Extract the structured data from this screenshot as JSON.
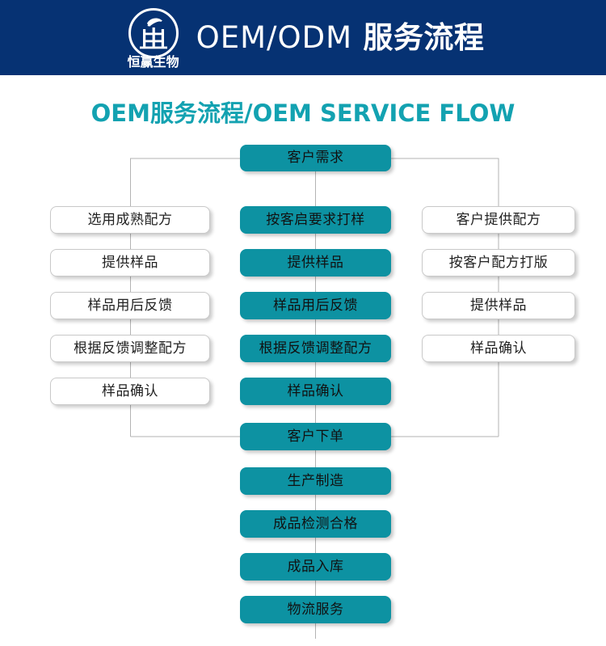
{
  "header": {
    "logo": {
      "icon": "leaf-in-circle-logo",
      "brand_cn": "恒赢生物"
    },
    "title_latin": "OEM/ODM",
    "title_cn": "服务流程"
  },
  "subtitle": "OEM服务流程/OEM SERVICE FLOW",
  "colors": {
    "header_bg": "#063273",
    "accent_teal": "#0d92a2",
    "subtitle_teal": "#13a2b1",
    "node_white_bg": "#ffffff",
    "node_border": "#c9c9c9",
    "connector": "#b3b3b3"
  },
  "flow": {
    "root": "客户需求",
    "columns": {
      "left": {
        "style": "white",
        "steps": [
          "选用成熟配方",
          "提供样品",
          "样品用后反馈",
          "根据反馈调整配方",
          "样品确认"
        ]
      },
      "middle": {
        "style": "teal",
        "steps": [
          "按客启要求打样",
          "提供样品",
          "样品用后反馈",
          "根据反馈调整配方",
          "样品确认"
        ]
      },
      "right": {
        "style": "white",
        "steps": [
          "客户提供配方",
          "按客户配方打版",
          "提供样品",
          "样品确认"
        ]
      }
    },
    "tail": [
      "客户下单",
      "生产制造",
      "成品检测合格",
      "成品入库",
      "物流服务"
    ]
  }
}
